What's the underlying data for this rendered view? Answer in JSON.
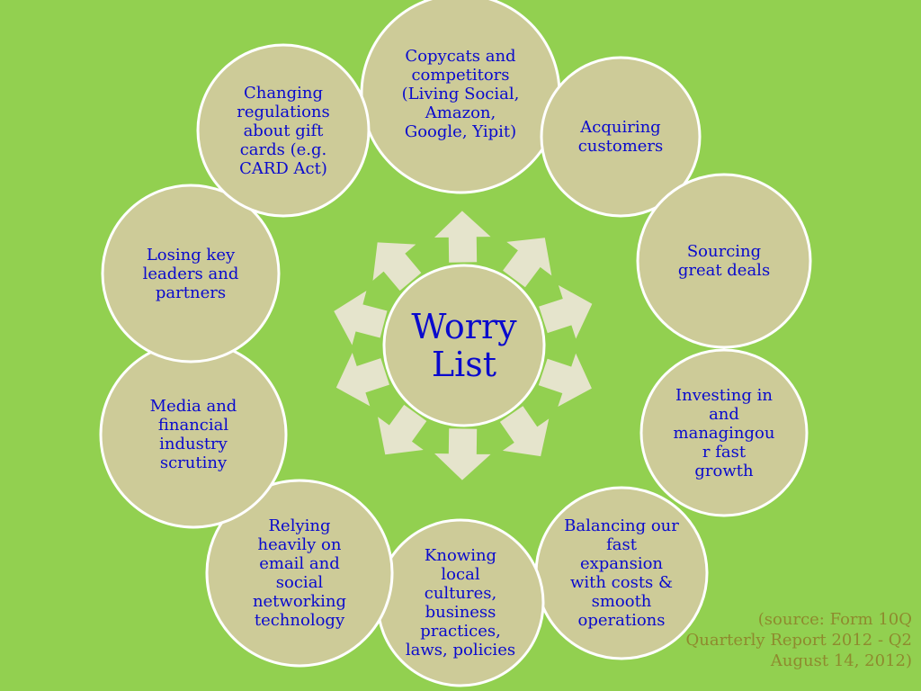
{
  "colors": {
    "background": "#92D050",
    "node_fill": "#CDCB98",
    "node_border": "#FFFFFF",
    "arrow_fill": "#E5E4CC",
    "text": "#0A0ACD",
    "source_text": "#8E8A2E"
  },
  "center": {
    "lines": [
      "Worry",
      "List"
    ]
  },
  "nodes": [
    {
      "id": "copycats",
      "lines": [
        "Copycats and",
        "competitors",
        "(Living Social,",
        "Amazon,",
        "Google, Yipit)"
      ]
    },
    {
      "id": "acquiring",
      "lines": [
        "Acquiring",
        "customers"
      ]
    },
    {
      "id": "sourcing",
      "lines": [
        "Sourcing",
        "great deals"
      ]
    },
    {
      "id": "investing",
      "lines": [
        "Investing in",
        "and",
        "managingou",
        "r fast",
        "growth"
      ]
    },
    {
      "id": "balancing",
      "lines": [
        "Balancing our",
        "fast",
        "expansion",
        "with costs &",
        "smooth",
        "operations"
      ]
    },
    {
      "id": "knowing",
      "lines": [
        "Knowing",
        "local",
        "cultures,",
        "business",
        "practices,",
        "laws, policies"
      ]
    },
    {
      "id": "relying",
      "lines": [
        "Relying",
        "heavily on",
        "email and",
        "social",
        "networking",
        "technology"
      ]
    },
    {
      "id": "media",
      "lines": [
        "Media and",
        "financial",
        "industry",
        "scrutiny"
      ]
    },
    {
      "id": "losing",
      "lines": [
        "Losing key",
        "leaders and",
        "partners"
      ]
    },
    {
      "id": "changing",
      "lines": [
        "Changing",
        "regulations",
        "about gift",
        "cards (e.g.",
        "CARD Act)"
      ]
    }
  ],
  "source": {
    "lines": [
      "(source: Form 10Q",
      "Quarterly Report 2012 - Q2",
      "August 14, 2012)"
    ]
  }
}
